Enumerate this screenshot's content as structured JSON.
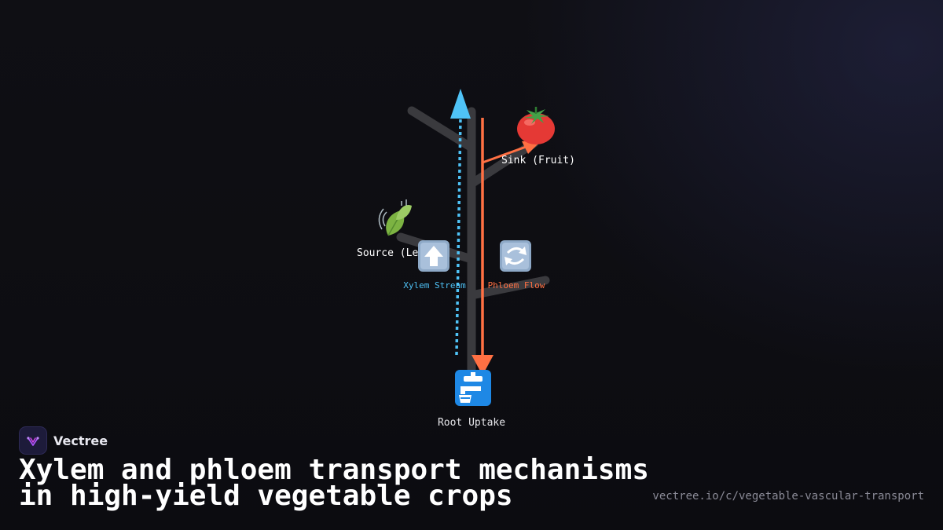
{
  "diagram": {
    "sink_label": "Sink (Fruit)",
    "source_label": "Source (Leaf)",
    "xylem_label": "Xylem Stream",
    "phloem_label": "Phloem Flow",
    "root_label": "Root Uptake",
    "icons": {
      "sink": "tomato-icon",
      "source": "leaf-fluttering-in-wind-icon",
      "xylem": "up-arrow-icon",
      "phloem": "refresh-cycle-icon",
      "root": "faucet-icon"
    },
    "colors": {
      "xylem": "#4fc3f7",
      "phloem": "#ff7043",
      "stem": "#3a3a3e"
    }
  },
  "brand": {
    "name": "Vectree"
  },
  "title": "Xylem and phloem transport mechanisms in high-yield vegetable crops",
  "url": "vectree.io/c/vegetable-vascular-transport"
}
